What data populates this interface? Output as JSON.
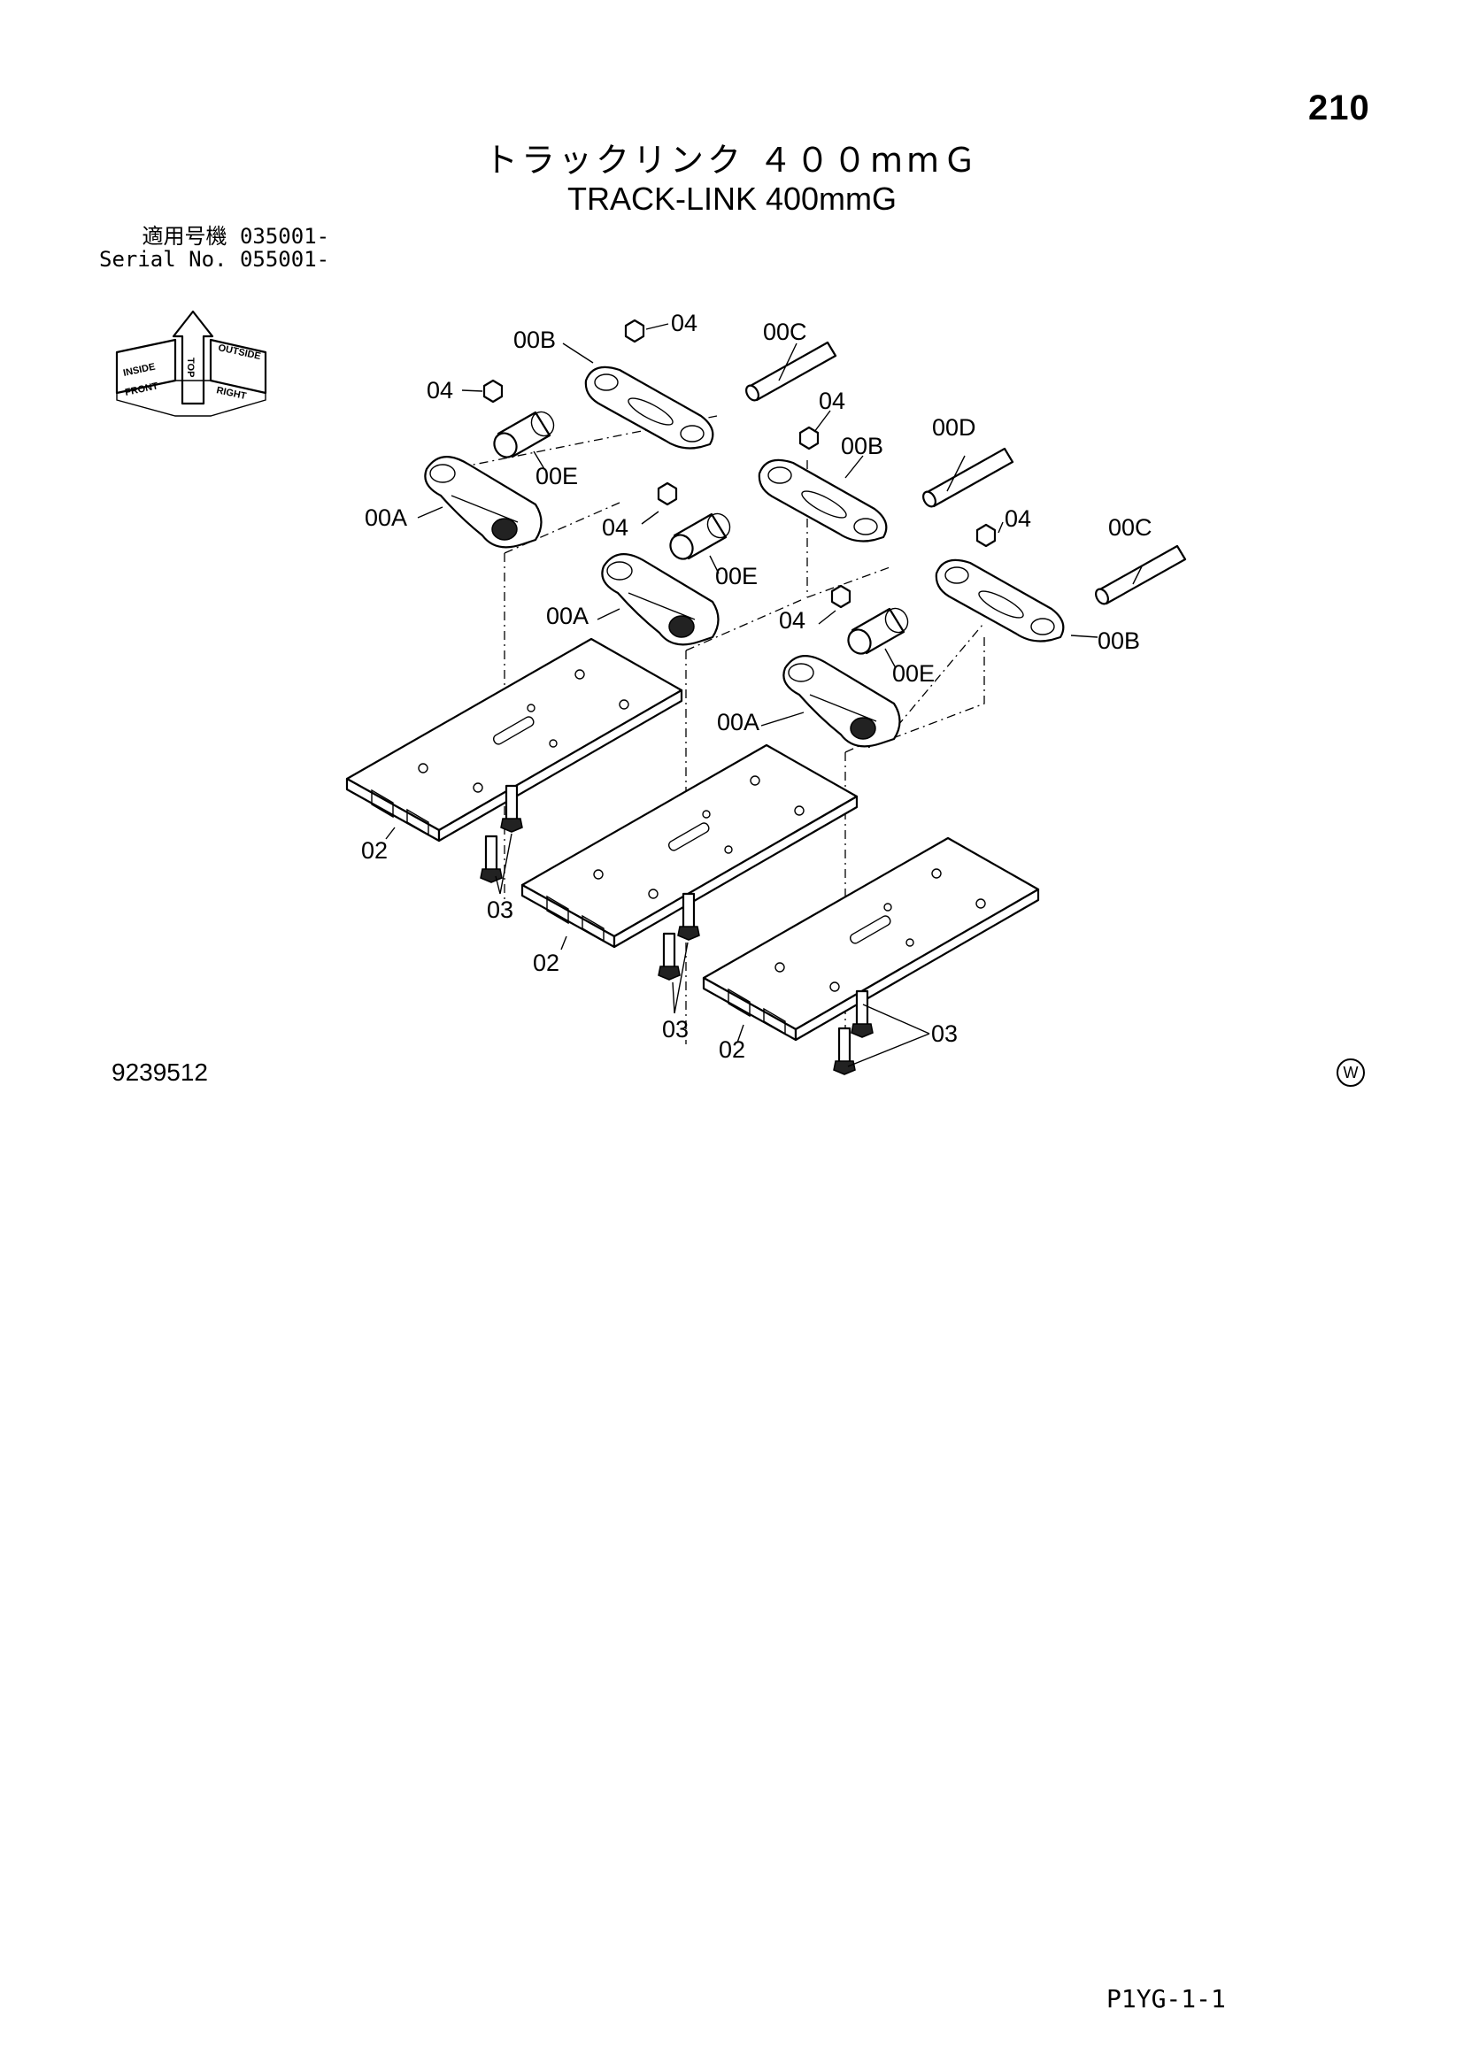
{
  "page": {
    "number": "210",
    "title_jp": "トラックリンク ４００mmＧ",
    "title_en": "TRACK-LINK 400mmG",
    "serial_line1": "適用号機 035001-",
    "serial_line2": "Serial No. 055001-",
    "doc_number": "9239512",
    "watermark": "W",
    "page_code": "P1YG-1-1"
  },
  "orientation": {
    "top": "TOP",
    "front": "FRONT",
    "right": "RIGHT",
    "inside": "INSIDE",
    "outside": "OUTSIDE"
  },
  "callouts": {
    "c_04_a": "04",
    "c_00B_a": "00B",
    "c_00C_a": "00C",
    "c_04_b": "04",
    "c_04_c": "04",
    "c_00B_b": "00B",
    "c_00D": "00D",
    "c_00E_a": "00E",
    "c_00A_a": "00A",
    "c_04_d": "04",
    "c_00E_b": "00E",
    "c_04_e": "04",
    "c_00C_b": "00C",
    "c_00A_b": "00A",
    "c_04_f": "04",
    "c_00E_c": "00E",
    "c_00B_c": "00B",
    "c_00A_c": "00A",
    "c_02_a": "02",
    "c_03_a": "03",
    "c_02_b": "02",
    "c_03_b": "03",
    "c_02_c": "02",
    "c_03_c": "03"
  }
}
